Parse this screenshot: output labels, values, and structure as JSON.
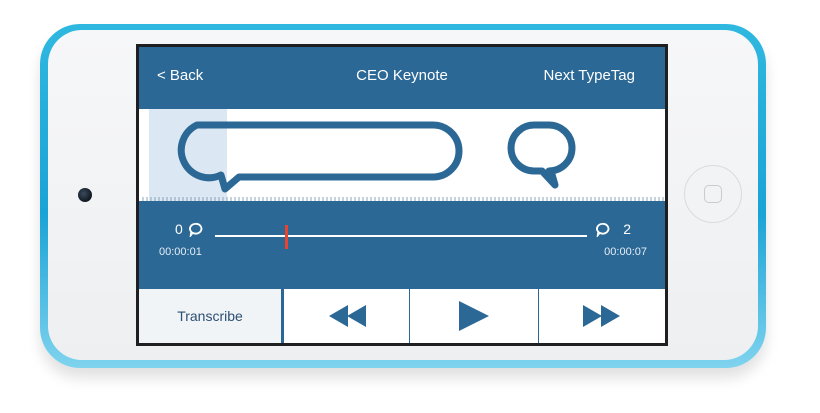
{
  "nav": {
    "back_label": "< Back",
    "title": "CEO Keynote",
    "next_label": "Next TypeTag"
  },
  "progress": {
    "left_count": "0",
    "right_count": "2",
    "start_time": "00:00:01",
    "end_time": "00:00:07",
    "playhead_fraction": 0.19
  },
  "controls": {
    "transcribe_label": "Transcribe",
    "rewind_icon": "rewind-icon",
    "play_icon": "play-icon",
    "fast_forward_icon": "fast-forward-icon"
  },
  "colors": {
    "primary": "#2c6896",
    "scrubber": "#e8442e",
    "device_accent": "#1aa3d6"
  }
}
